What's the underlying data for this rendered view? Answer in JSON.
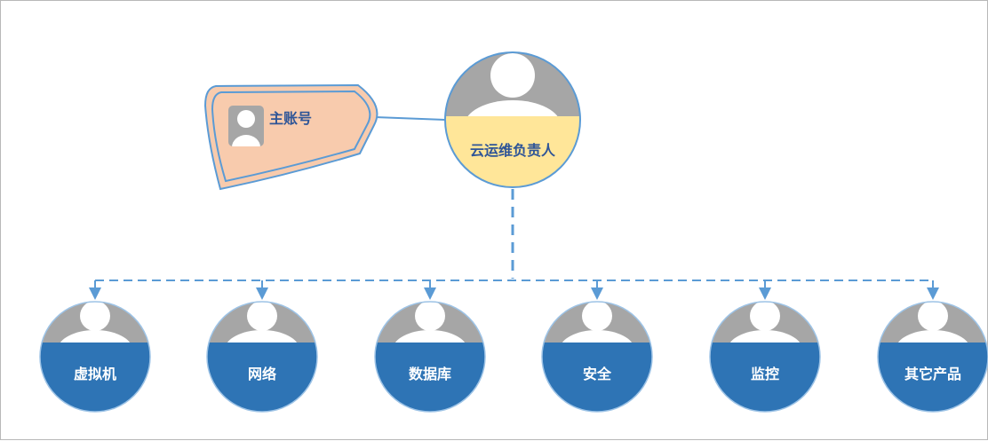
{
  "colors": {
    "blue": "#2e74b5",
    "line": "#5b9bd5",
    "gold": "#ffe699",
    "peach": "#f8cbad",
    "head_gray": "#a6a6a6",
    "white": "#ffffff",
    "label_dark_blue": "#2f5597"
  },
  "root": {
    "label": "云运维负责人",
    "icon": "user-avatar-icon"
  },
  "main_account": {
    "label": "主账号",
    "icon": "user-icon"
  },
  "teams": [
    {
      "label": "虚拟机",
      "icon": "user-avatar-icon"
    },
    {
      "label": "网络",
      "icon": "user-avatar-icon"
    },
    {
      "label": "数据库",
      "icon": "user-avatar-icon"
    },
    {
      "label": "安全",
      "icon": "user-avatar-icon"
    },
    {
      "label": "监控",
      "icon": "user-avatar-icon"
    },
    {
      "label": "其它产品",
      "icon": "user-avatar-icon"
    }
  ]
}
